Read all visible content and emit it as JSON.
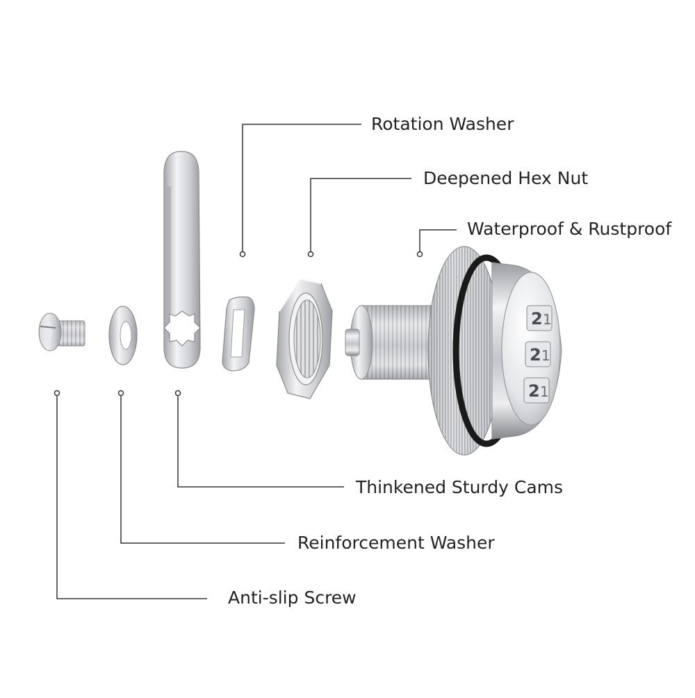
{
  "diagram": {
    "callouts": [
      {
        "id": "rotation-washer",
        "label": "Rotation Washer"
      },
      {
        "id": "deepened-hex-nut",
        "label": "Deepened Hex Nut"
      },
      {
        "id": "waterproof-rustproof",
        "label": "Waterproof & Rustproof"
      },
      {
        "id": "thickened-cams",
        "label": "Thinkened Sturdy Cams"
      },
      {
        "id": "reinforcement-washer",
        "label": "Reinforcement Washer"
      },
      {
        "id": "anti-slip-screw",
        "label": "Anti-slip Screw"
      }
    ],
    "dial_digits": [
      "2",
      "1"
    ],
    "colors": {
      "line": "#333333",
      "metal_light": "#f2f2f4",
      "metal_mid": "#c9cacf",
      "metal_dark": "#8a8b90",
      "gasket": "#1a1a1a",
      "text": "#222222"
    }
  }
}
